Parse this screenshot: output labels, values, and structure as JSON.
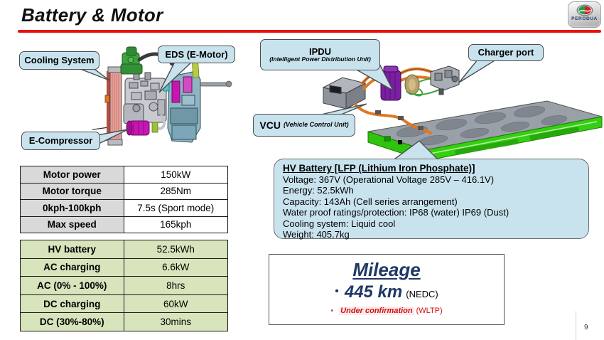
{
  "slide": {
    "title": "Battery & Motor",
    "page_number": "9"
  },
  "logo": {
    "brand": "PERODUA"
  },
  "callouts": {
    "cooling_system": "Cooling System",
    "eds": "EDS (E-Motor)",
    "e_compressor": "E-Compressor",
    "ipdu_title": "IPDU",
    "ipdu_subtitle": "(Intelligent Power Distribution Unit)",
    "charger_port": "Charger port",
    "vcu_title": "VCU",
    "vcu_subtitle": "(Vehicle Control Unit)"
  },
  "motor_table": {
    "rows": [
      {
        "label": "Motor power",
        "value": "150kW"
      },
      {
        "label": "Motor torque",
        "value": "285Nm"
      },
      {
        "label": "0kph-100kph",
        "value": "7.5s (Sport mode)"
      },
      {
        "label": "Max speed",
        "value": "165kph"
      }
    ]
  },
  "charging_table": {
    "rows": [
      {
        "label": "HV battery",
        "value": "52.5kWh"
      },
      {
        "label": "AC charging",
        "value": "6.6kW"
      },
      {
        "label": "AC (0% - 100%)",
        "value": "8hrs"
      },
      {
        "label": "DC charging",
        "value": "60kW"
      },
      {
        "label": "DC (30%-80%)",
        "value": "30mins"
      }
    ]
  },
  "hv_battery_box": {
    "title": "HV Battery [LFP (Lithium Iron Phosphate)]",
    "lines": [
      "Voltage: 367V (Operational Voltage 285V – 416.1V)",
      "Energy: 52.5kWh",
      "Capacity: 143Ah (Cell series arrangement)",
      "Water proof ratings/protection: IP68 (water) IP69 (Dust)",
      "Cooling system: Liquid cool",
      "Weight: 405.7kg"
    ]
  },
  "mileage_box": {
    "title": "Mileage",
    "primary_bullet": "•",
    "primary_value": "445 km",
    "primary_standard": "(NEDC)",
    "secondary_bullet": "•",
    "secondary_value": "Under confirmation",
    "secondary_standard": "(WLTP)"
  },
  "colors": {
    "accent_red": "#e8100c",
    "callout_blue": "#c9e3ee",
    "table_grey": "#d9d9d9",
    "table_green": "#d7e4bc",
    "navy": "#1f3864",
    "warning_red": "#cc1111",
    "battery_green": "#2fc40e"
  }
}
